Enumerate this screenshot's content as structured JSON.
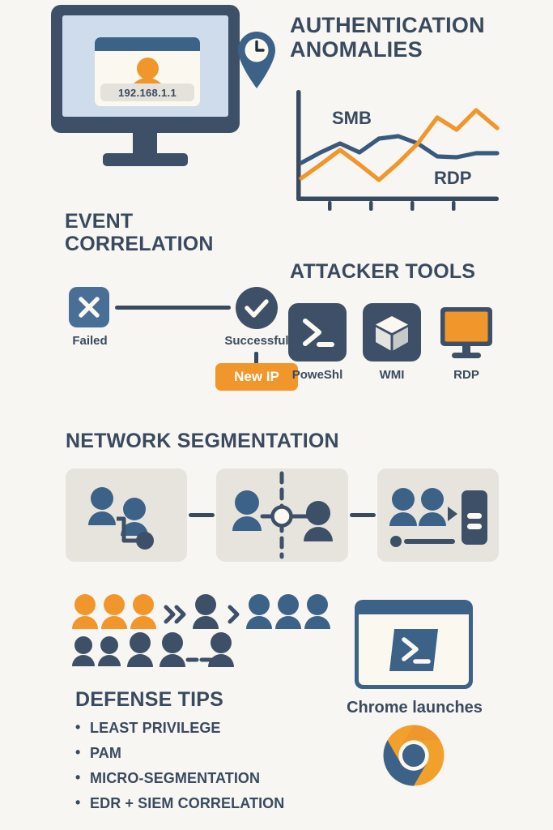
{
  "theme": {
    "background": "#f7f6f3",
    "dark_blue": "#3e5067",
    "text_blue": "#3a4a5e",
    "mid_blue": "#4a6f96",
    "accent_blue": "#3d6287",
    "orange": "#f0962b",
    "cream": "#fbf8f0",
    "card_gray": "#e7e4de",
    "screen_blue": "#cfdceb"
  },
  "auth": {
    "heading": "AUTHENTICATION\nANOMALIES",
    "monitor": {
      "ip_value": "192.168.1.1",
      "avatar_icon": "user-avatar-icon",
      "pin_icon": "location-pin-clock-icon"
    }
  },
  "chart_data": {
    "type": "line",
    "title": "",
    "xlabel": "",
    "ylabel": "",
    "grid": false,
    "legend_position": "inline-annotations",
    "annotations": [
      {
        "text": "SMB",
        "x": 2.0,
        "y": 88
      },
      {
        "text": "RDP",
        "x": 7.4,
        "y": 18
      }
    ],
    "x": [
      0,
      1,
      2,
      3,
      4,
      5,
      6,
      7,
      8,
      9,
      10
    ],
    "xlim": [
      0,
      10
    ],
    "ylim": [
      0,
      100
    ],
    "xticks": [
      1.6,
      3.4,
      5.2,
      7.0
    ],
    "xticklabels": [
      "",
      "",
      "",
      ""
    ],
    "series": [
      {
        "name": "SMB",
        "color": "#3a5a7d",
        "values": [
          40,
          48,
          56,
          48,
          60,
          62,
          56,
          47,
          46,
          50,
          50
        ]
      },
      {
        "name": "RDP",
        "color": "#f0962b",
        "values": [
          26,
          38,
          52,
          38,
          25,
          40,
          60,
          84,
          70,
          92,
          72
        ]
      }
    ]
  },
  "event": {
    "heading": "EVENT\nCORRELATION",
    "failed_label": "Failed",
    "failed_icon": "x-mark-icon",
    "successful_label": "Successful",
    "successful_icon": "check-mark-icon",
    "badge_label": "New IP"
  },
  "attacker": {
    "heading": "ATTACKER TOOLS",
    "tools": [
      {
        "label": "PoweShl",
        "icon": "powershell-prompt-icon",
        "style": "tile"
      },
      {
        "label": "WMI",
        "icon": "cube-icon",
        "style": "tile"
      },
      {
        "label": "RDP",
        "icon": "remote-monitor-icon",
        "style": "plain"
      }
    ]
  },
  "network": {
    "heading": "NETWORK SEGMENTATION",
    "cards": [
      {
        "name": "lateral-movement-card",
        "icon": "two-users-branch-icon"
      },
      {
        "name": "segmentation-boundary-card",
        "icon": "users-split-by-dashed-line-icon"
      },
      {
        "name": "server-access-card",
        "icon": "users-to-server-icon"
      }
    ]
  },
  "people": {
    "row1_icon": "user-group-escalation-icon",
    "row2_icon": "user-group-spread-icon",
    "chevron_double": "»",
    "chevron_single": "›"
  },
  "defense": {
    "heading": "DEFENSE TIPS",
    "tips": [
      "LEAST PRIVILEGE",
      "PAM",
      "MICRO-SEGMENTATION",
      "EDR + SIEM CORRELATION"
    ]
  },
  "chrome": {
    "caption": "Chrome launches",
    "window_icon": "powershell-window-icon",
    "logo_icon": "chrome-logo-icon"
  }
}
